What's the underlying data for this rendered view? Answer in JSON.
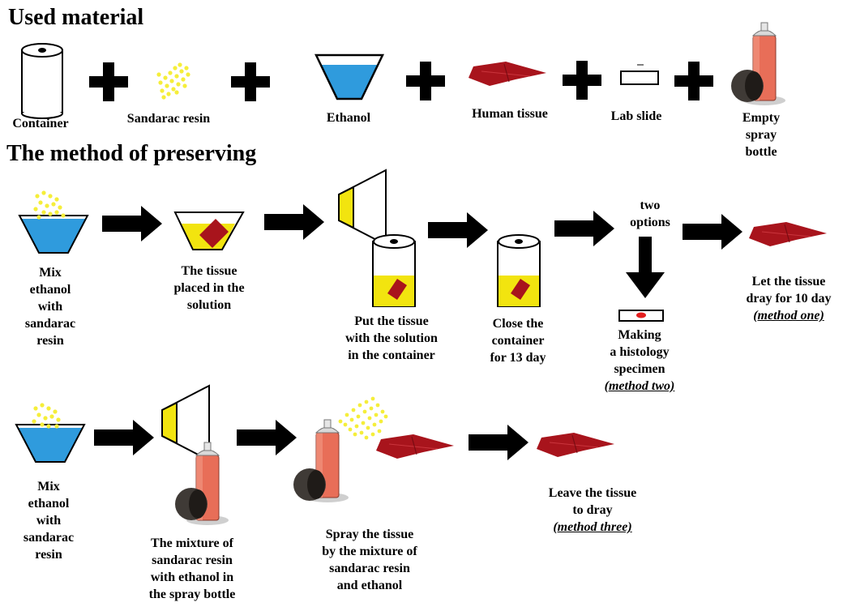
{
  "headings": {
    "materials": "Used material",
    "method": "The method of preserving"
  },
  "materials": [
    {
      "lines": [
        "Container"
      ],
      "icon": "container-icon"
    },
    {
      "lines": [
        "Sandarac resin"
      ],
      "icon": "resin-granules-icon"
    },
    {
      "lines": [
        "Ethanol"
      ],
      "icon": "ethanol-beaker-icon"
    },
    {
      "lines": [
        "Human tissue"
      ],
      "icon": "tissue-icon"
    },
    {
      "lines": [
        "Lab slide"
      ],
      "icon": "lab-slide-icon"
    },
    {
      "lines": [
        "Empty",
        "spray",
        "bottle"
      ],
      "icon": "spray-bottle-icon"
    }
  ],
  "steps": {
    "mix1": {
      "lines": [
        "Mix",
        "ethanol",
        "with",
        "sandarac",
        "resin"
      ]
    },
    "placed": {
      "lines": [
        "The tissue",
        "placed in the",
        "solution"
      ]
    },
    "put": {
      "lines": [
        "Put the tissue",
        "with the solution",
        "in the container"
      ]
    },
    "close": {
      "lines": [
        "Close the",
        "container",
        "for 13 day"
      ]
    },
    "options": {
      "lines": [
        "two",
        "options"
      ]
    },
    "histology": {
      "lines": [
        "Making",
        "a histology",
        "specimen"
      ],
      "tag": "(method two)"
    },
    "dry10": {
      "lines": [
        "Let the tissue",
        "dray for 10 day"
      ],
      "tag": "(method one)"
    },
    "mix2": {
      "lines": [
        "Mix",
        "ethanol",
        "with",
        "sandarac",
        "resin"
      ]
    },
    "mixture": {
      "lines": [
        "The mixture of",
        "sandarac resin",
        "with ethanol in",
        "the spray bottle"
      ]
    },
    "spray": {
      "lines": [
        "Spray the tissue",
        "by the mixture of",
        "sandarac resin",
        "and ethanol"
      ]
    },
    "leave": {
      "lines": [
        "Leave the tissue",
        "to dray"
      ],
      "tag": "(method three)"
    }
  },
  "colors": {
    "ethanol": "#2f9bdd",
    "solution": "#f2e40f",
    "resin": "#f5ee3a",
    "tissue": "#a8141c",
    "bottle": "#e86e58",
    "cap": "#3f3a36",
    "arrow": "#000000"
  }
}
